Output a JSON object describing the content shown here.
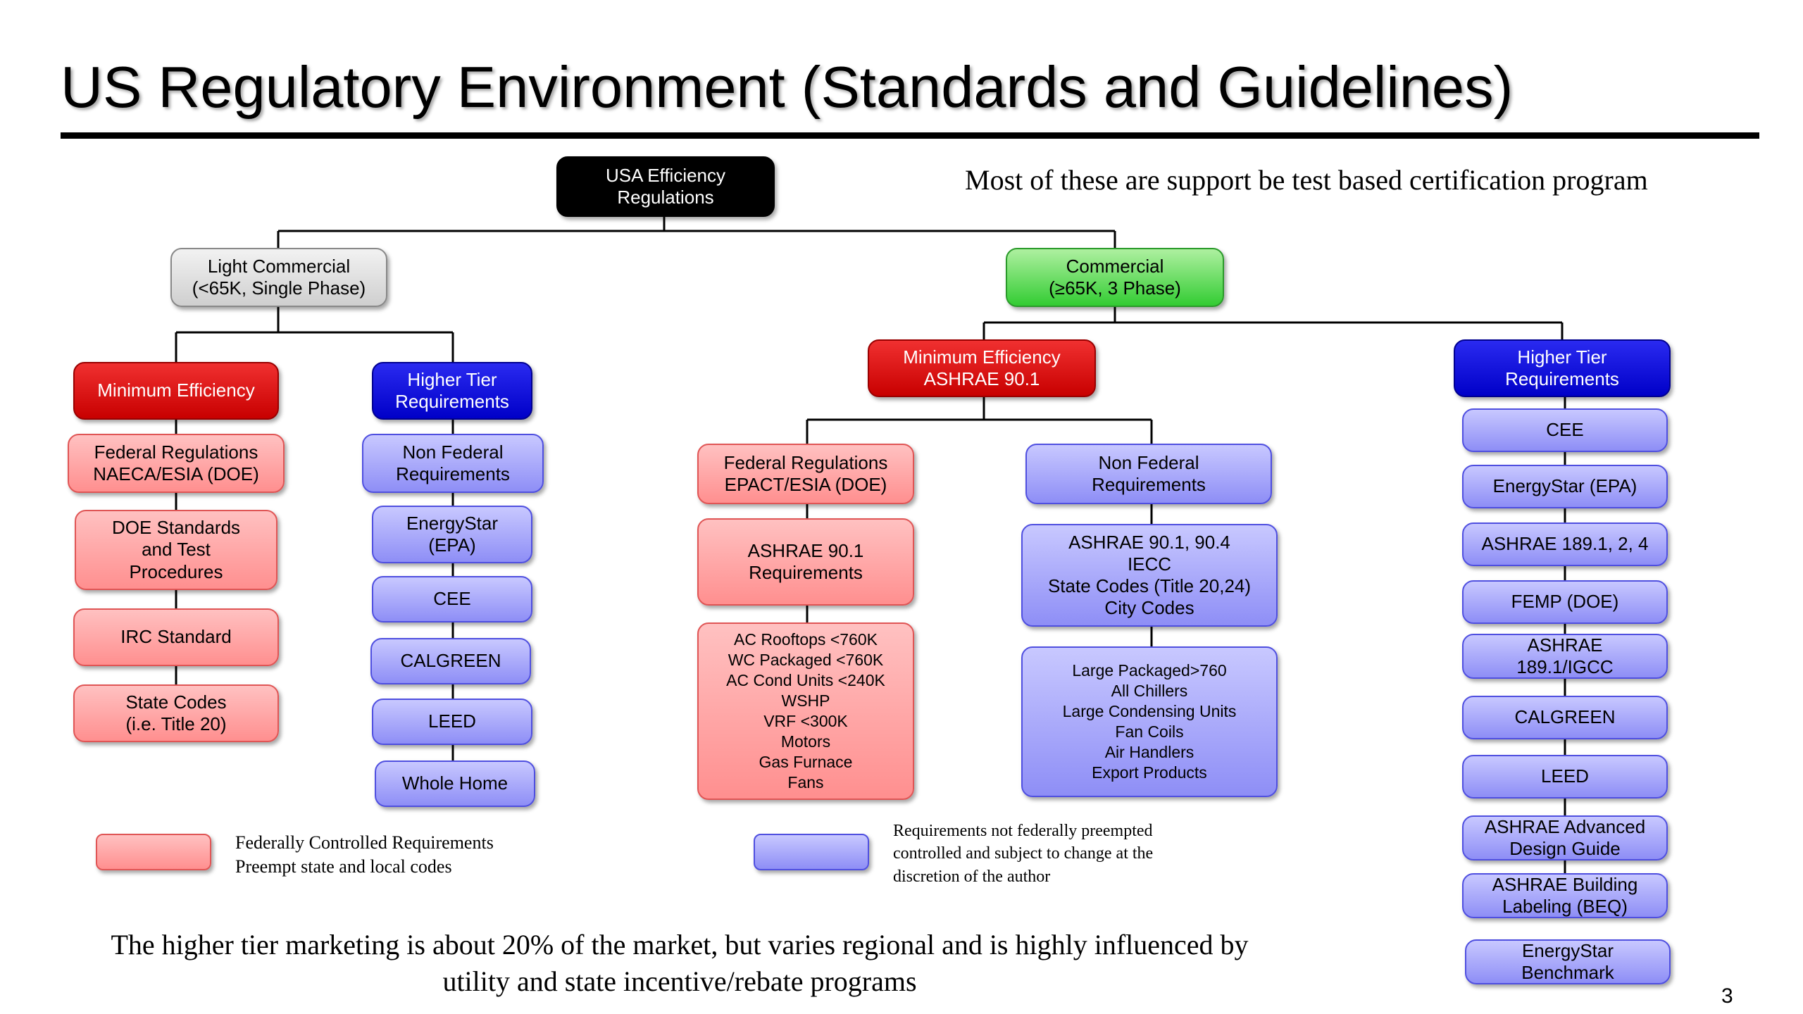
{
  "slide": {
    "title": "US Regulatory Environment (Standards and Guidelines)",
    "subtitle_note": "Most of these are support be test based certification program",
    "footer_line1": "The higher tier marketing is about 20% of the market, but varies regional and is highly influenced by",
    "footer_line2": "utility and state incentive/rebate programs",
    "page_number": "3"
  },
  "colors": {
    "federal_fill": "#ff9e9e",
    "nonfederal_fill": "#9e9ef8",
    "minimum_header": "#dd0000",
    "higher_tier_header": "#0000dd",
    "commercial_header": "#44cc44",
    "light_commercial_header": "#dcdcdc",
    "root": "#000000"
  },
  "legend": {
    "federal_line1": "Federally Controlled Requirements",
    "federal_line2": "Preempt state and local codes",
    "nonfederal_line1": "Requirements not federally preempted",
    "nonfederal_line2": "controlled and subject to change at the",
    "nonfederal_line3": "discretion of the author"
  },
  "tree": {
    "root": [
      "USA Efficiency",
      "Regulations"
    ],
    "light_commercial": {
      "header": [
        "Light Commercial",
        "(<65K, Single Phase)"
      ],
      "minimum": {
        "header": "Minimum Efficiency",
        "items": [
          [
            "Federal Regulations",
            "NAECA/ESIA (DOE)"
          ],
          [
            "DOE Standards",
            "and Test",
            "Procedures"
          ],
          [
            "IRC Standard"
          ],
          [
            "State Codes",
            "(i.e. Title 20)"
          ]
        ]
      },
      "higher": {
        "header": [
          "Higher Tier",
          "Requirements"
        ],
        "items": [
          [
            "Non Federal",
            "Requirements"
          ],
          [
            "EnergyStar",
            "(EPA)"
          ],
          [
            "CEE"
          ],
          [
            "CALGREEN"
          ],
          [
            "LEED"
          ],
          [
            "Whole Home"
          ]
        ]
      }
    },
    "commercial": {
      "header": [
        "Commercial",
        "(≥65K, 3 Phase)"
      ],
      "minimum": {
        "header": [
          "Minimum Efficiency",
          "ASHRAE 90.1"
        ],
        "federal": {
          "items": [
            [
              "Federal Regulations",
              "EPACT/ESIA (DOE)"
            ],
            [
              "ASHRAE 90.1",
              "Requirements"
            ],
            [
              "AC Rooftops <760K",
              "WC Packaged <760K",
              "AC Cond Units <240K",
              "WSHP",
              "VRF <300K",
              "Motors",
              "Gas Furnace",
              "Fans"
            ]
          ]
        },
        "nonfederal": {
          "items": [
            [
              "Non Federal",
              "Requirements"
            ],
            [
              "ASHRAE 90.1, 90.4",
              "IECC",
              "State Codes (Title 20,24)",
              "City Codes"
            ],
            [
              "Large Packaged>760",
              "All Chillers",
              "Large Condensing Units",
              "Fan Coils",
              "Air Handlers",
              "Export Products"
            ]
          ]
        }
      },
      "higher": {
        "header": [
          "Higher Tier",
          "Requirements"
        ],
        "items": [
          [
            "CEE"
          ],
          [
            "EnergyStar (EPA)"
          ],
          [
            "ASHRAE 189.1, 2, 4"
          ],
          [
            "FEMP (DOE)"
          ],
          [
            "ASHRAE",
            "189.1/IGCC"
          ],
          [
            "CALGREEN"
          ],
          [
            "LEED"
          ],
          [
            "ASHRAE Advanced",
            "Design Guide"
          ],
          [
            "ASHRAE Building",
            "Labeling (BEQ)"
          ],
          [
            "EnergyStar",
            "Benchmark"
          ]
        ]
      }
    }
  }
}
